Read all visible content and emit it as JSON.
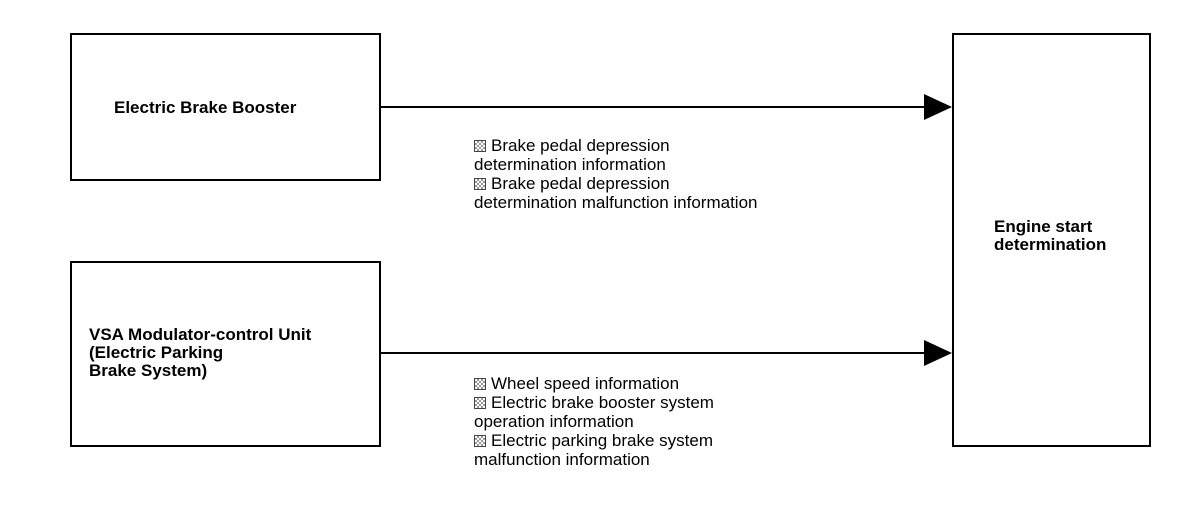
{
  "boxes": {
    "electric_brake_booster": "Electric Brake Booster",
    "vsa_modulator": "VSA Modulator-control Unit\n(Electric Parking\nBrake System)",
    "engine_start": "Engine start\ndetermination"
  },
  "signals": {
    "top": [
      {
        "first": "Brake pedal depression",
        "second": "determination information"
      },
      {
        "first": "Brake pedal depression",
        "second": "determination malfunction information"
      }
    ],
    "bottom": [
      {
        "first": "Wheel speed information",
        "second": ""
      },
      {
        "first": "Electric brake booster system",
        "second": "operation information"
      },
      {
        "first": "Electric parking brake system",
        "second": "malfunction information"
      }
    ]
  },
  "bullet_icon": "checkered-square-icon"
}
